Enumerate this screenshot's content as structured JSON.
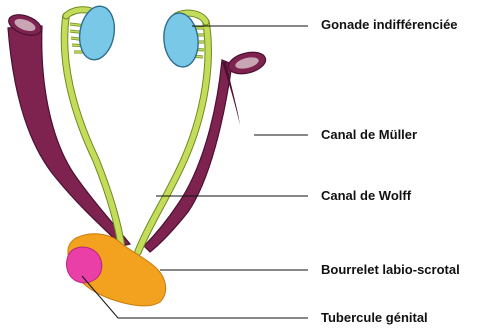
{
  "labels": {
    "gonad": "Gonade indifférenciée",
    "muller": "Canal de Müller",
    "wolff": "Canal de Wolff",
    "labioscrotal": "Bourrelet labio-scrotal",
    "tubercle": "Tubercule génital"
  },
  "colors": {
    "muller": "#7e2350",
    "muller_dark": "#4a1130",
    "wolff": "#c3dc5a",
    "wolff_edge": "#6f8a22",
    "gonad": "#7ac8e8",
    "gonad_edge": "#2d6f8f",
    "labioscrotal": "#f3a21f",
    "tubercle": "#ea3fa7",
    "leader": "#111111"
  }
}
